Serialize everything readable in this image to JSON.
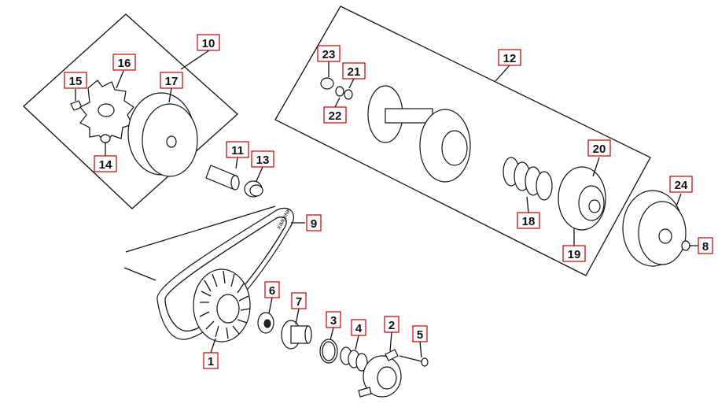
{
  "labels": {
    "l1": "1",
    "l2": "2",
    "l3": "3",
    "l4": "4",
    "l5": "5",
    "l6": "6",
    "l7": "7",
    "l8": "8",
    "l9": "9",
    "l10": "10",
    "l11": "11",
    "l12": "12",
    "l13": "13",
    "l14": "14",
    "l15": "15",
    "l16": "16",
    "l17": "17",
    "l18": "18",
    "l19": "19",
    "l20": "20",
    "l21": "21",
    "l22": "22",
    "l23": "23",
    "l24": "24"
  },
  "colors": {
    "label_border": "#c00000",
    "line": "#111111"
  },
  "belt_text": "XIMOINK"
}
